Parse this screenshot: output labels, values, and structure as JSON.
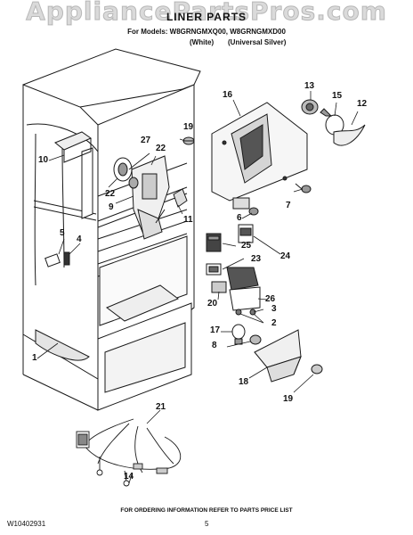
{
  "watermark": "AppliancePartsPros.com",
  "header": {
    "title": "LINER PARTS",
    "models": "For Models: W8GRNGMXQ00, W8GRNGMXD00",
    "variant_white": "(White)",
    "variant_silver": "(Universal Silver)"
  },
  "callouts": [
    "1",
    "2",
    "3",
    "4",
    "5",
    "6",
    "7",
    "8",
    "9",
    "10",
    "11",
    "12",
    "13",
    "14",
    "15",
    "16",
    "17",
    "18",
    "19",
    "19",
    "20",
    "21",
    "22",
    "22",
    "23",
    "24",
    "25",
    "26",
    "27"
  ],
  "footer": {
    "note": "FOR ORDERING INFORMATION REFER TO PARTS PRICE LIST",
    "doc_code": "W10402931",
    "page": "5"
  }
}
